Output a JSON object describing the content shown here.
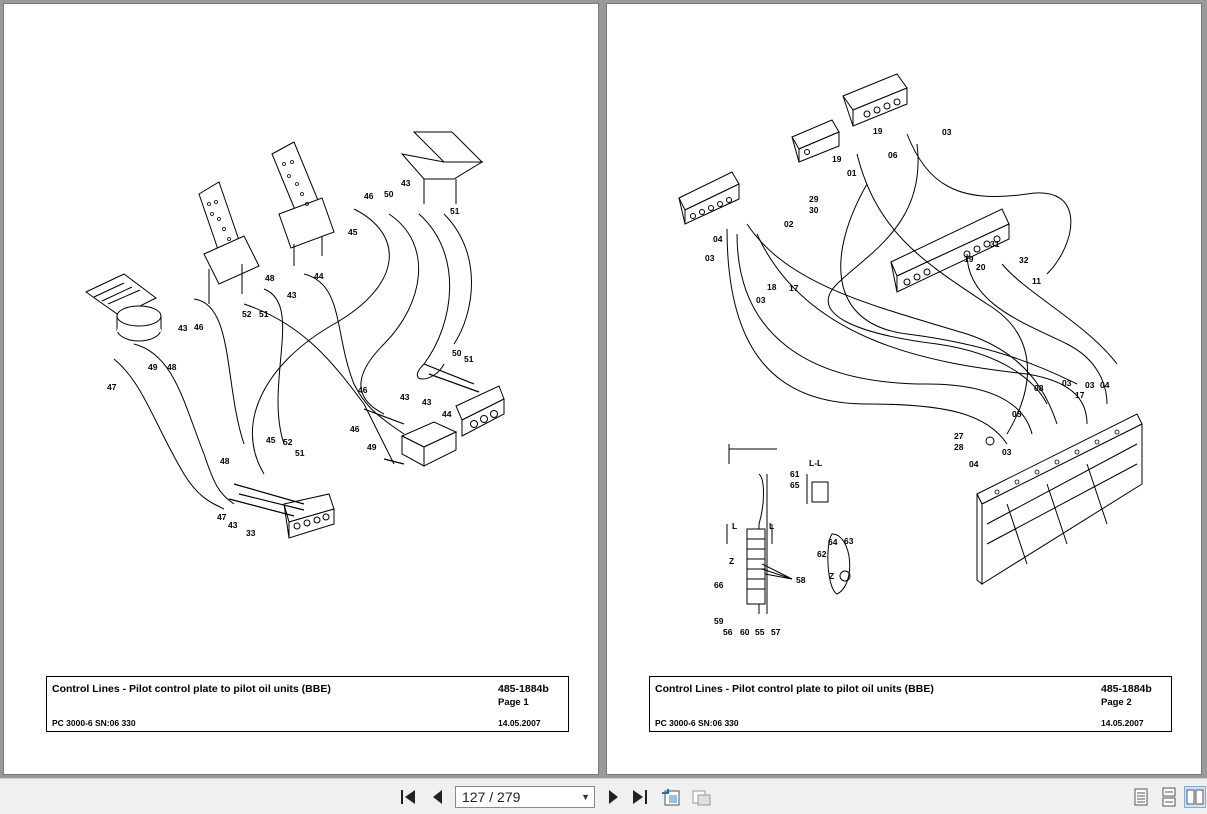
{
  "page_left": {
    "title": "Control Lines - Pilot control plate to pilot oil units (BBE)",
    "doc_number": "485-1884b",
    "page_label": "Page 1",
    "machine": "PC 3000-6 SN:06 330",
    "date": "14.05.2007",
    "callouts": [
      "46",
      "43",
      "50",
      "51",
      "45",
      "48",
      "44",
      "43",
      "52",
      "51",
      "43",
      "46",
      "48",
      "49",
      "47",
      "50",
      "51",
      "46",
      "43",
      "43",
      "44",
      "46",
      "49",
      "45",
      "52",
      "51",
      "48",
      "47",
      "43",
      "33"
    ]
  },
  "page_right": {
    "title": "Control Lines - Pilot control plate to pilot oil units (BBE)",
    "doc_number": "485-1884b",
    "page_label": "Page 2",
    "machine": "PC 3000-6 SN:06 330",
    "date": "14.05.2007",
    "callouts": [
      "19",
      "03",
      "06",
      "19",
      "01",
      "29",
      "30",
      "02",
      "04",
      "03",
      "18",
      "17",
      "03",
      "31",
      "19",
      "20",
      "32",
      "11",
      "08",
      "03",
      "17",
      "03",
      "04",
      "05",
      "27",
      "28",
      "03",
      "04",
      "L-L",
      "61",
      "65",
      "L",
      "L",
      "Z",
      "66",
      "58",
      "59",
      "56",
      "60",
      "55",
      "57",
      "64",
      "63",
      "62",
      "Z"
    ]
  },
  "toolbar": {
    "page_current": "127",
    "page_total": "279",
    "page_display": "127 / 279",
    "icons": [
      "first-page-icon",
      "prev-page-icon",
      "next-page-icon",
      "last-page-icon",
      "fit-page-icon",
      "fit-width-icon",
      "single-page-icon",
      "continuous-page-icon",
      "two-page-icon"
    ]
  }
}
